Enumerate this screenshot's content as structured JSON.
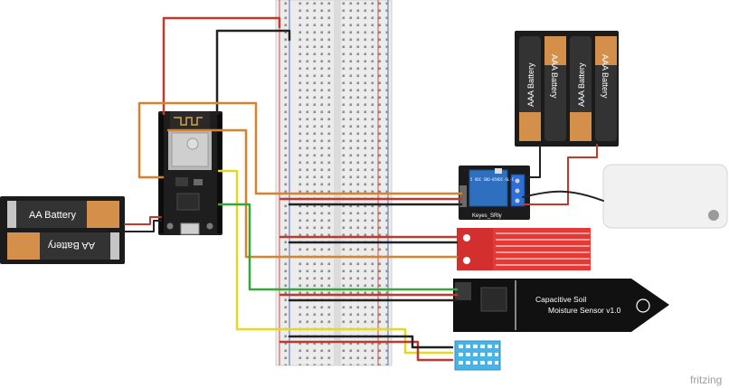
{
  "labels": {
    "aa_battery_top": "AA Battery",
    "aa_battery_bottom": "AA Battery",
    "aaa_battery_1": "AAA Battery",
    "aaa_battery_2": "AAA Battery",
    "aaa_battery_3": "AAA Battery",
    "aaa_battery_4": "AAA Battery",
    "relay_brand": "Keyes_SRly",
    "relay_spec": "5 VDC SRD-05VDC-SL-C",
    "soil_sensor_line1": "Capacitive Soil",
    "soil_sensor_line2": "Moisture Sensor v1.0",
    "watermark": "fritzing"
  },
  "colors": {
    "wire_red": "#c0392b",
    "wire_black": "#222222",
    "wire_orange": "#d9822b",
    "wire_yellow": "#e5d81f",
    "wire_green": "#35a837",
    "breadboard": "#ececec",
    "relay_blue": "#2e6fbf",
    "water_sensor_red": "#e53935",
    "esp32_board": "#1e1e1e",
    "pump_body": "#f1f1f1"
  }
}
